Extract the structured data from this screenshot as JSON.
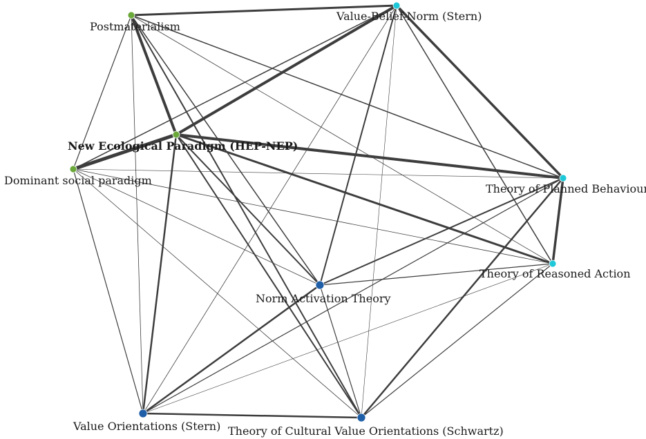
{
  "colors": {
    "background": "#ffffff",
    "edge": "#3d3d3d",
    "label": "#1a1a1a",
    "green": "#6aa83a",
    "cyan": "#1ec8d8",
    "blue": "#1f5fa8"
  },
  "nodes": [
    {
      "id": "post",
      "label": "Postmaterialism",
      "color": "green"
    },
    {
      "id": "vbn",
      "label": "Value-Belief-Norm (Stern)",
      "color": "cyan"
    },
    {
      "id": "nep",
      "label": "New Ecological Paradigm (HEP-NEP)",
      "color": "green",
      "bold": true
    },
    {
      "id": "dsp",
      "label": "Dominant social paradigm",
      "color": "green"
    },
    {
      "id": "tpb",
      "label": "Theory of Planned Behaviour",
      "color": "cyan"
    },
    {
      "id": "tra",
      "label": "Theory of Reasoned Action",
      "color": "cyan"
    },
    {
      "id": "nat",
      "label": "Norm Activation Theory",
      "color": "blue"
    },
    {
      "id": "vos",
      "label": "Value Orientations (Stern)",
      "color": "blue"
    },
    {
      "id": "tcvo",
      "label": "Theory of Cultural Value Orientations (Schwartz)",
      "color": "blue"
    }
  ],
  "edges": [
    {
      "source": "post",
      "target": "vbn",
      "weight": 3
    },
    {
      "source": "post",
      "target": "nep",
      "weight": 4
    },
    {
      "source": "post",
      "target": "dsp",
      "weight": 1.2
    },
    {
      "source": "post",
      "target": "tpb",
      "weight": 1.5
    },
    {
      "source": "post",
      "target": "tra",
      "weight": 0.8
    },
    {
      "source": "post",
      "target": "nat",
      "weight": 1.5
    },
    {
      "source": "post",
      "target": "vos",
      "weight": 0.8
    },
    {
      "source": "post",
      "target": "tcvo",
      "weight": 2
    },
    {
      "source": "vbn",
      "target": "nep",
      "weight": 4
    },
    {
      "source": "vbn",
      "target": "dsp",
      "weight": 1.5
    },
    {
      "source": "vbn",
      "target": "tpb",
      "weight": 3.5
    },
    {
      "source": "vbn",
      "target": "tra",
      "weight": 1.5
    },
    {
      "source": "vbn",
      "target": "nat",
      "weight": 2
    },
    {
      "source": "vbn",
      "target": "vos",
      "weight": 0.8
    },
    {
      "source": "vbn",
      "target": "tcvo",
      "weight": 0.6
    },
    {
      "source": "nep",
      "target": "dsp",
      "weight": 5
    },
    {
      "source": "nep",
      "target": "tpb",
      "weight": 4
    },
    {
      "source": "nep",
      "target": "tra",
      "weight": 3
    },
    {
      "source": "nep",
      "target": "nat",
      "weight": 2
    },
    {
      "source": "nep",
      "target": "vos",
      "weight": 2.5
    },
    {
      "source": "nep",
      "target": "tcvo",
      "weight": 2
    },
    {
      "source": "dsp",
      "target": "tpb",
      "weight": 0.6
    },
    {
      "source": "dsp",
      "target": "tra",
      "weight": 0.8
    },
    {
      "source": "dsp",
      "target": "nat",
      "weight": 0.8
    },
    {
      "source": "dsp",
      "target": "vos",
      "weight": 1.2
    },
    {
      "source": "dsp",
      "target": "tcvo",
      "weight": 0.8
    },
    {
      "source": "tpb",
      "target": "tra",
      "weight": 3.5
    },
    {
      "source": "tpb",
      "target": "nat",
      "weight": 2
    },
    {
      "source": "tpb",
      "target": "vos",
      "weight": 1.2
    },
    {
      "source": "tpb",
      "target": "tcvo",
      "weight": 2.5
    },
    {
      "source": "tra",
      "target": "nat",
      "weight": 1.2
    },
    {
      "source": "tra",
      "target": "vos",
      "weight": 0.6
    },
    {
      "source": "tra",
      "target": "tcvo",
      "weight": 1.2
    },
    {
      "source": "nat",
      "target": "vos",
      "weight": 2.5
    },
    {
      "source": "nat",
      "target": "tcvo",
      "weight": 1.2
    },
    {
      "source": "vos",
      "target": "tcvo",
      "weight": 2.5
    }
  ]
}
